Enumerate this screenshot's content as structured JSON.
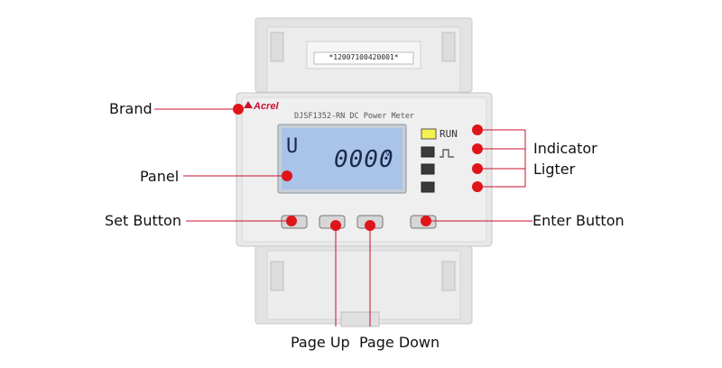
{
  "device": {
    "serial": "*12007100420001*",
    "brand_name": "Acrel",
    "model_text": "DJSF1352-RN DC Power Meter",
    "lcd": {
      "small_text": "U",
      "reading": "0000",
      "unit": "V"
    },
    "run_label": "RUN"
  },
  "callouts": {
    "brand": "Brand",
    "panel": "Panel",
    "set_button": "Set Button",
    "page_up": "Page Up",
    "page_down": "Page Down",
    "enter_button": "Enter Button",
    "indicator_line1": "Indicator",
    "indicator_line2": "Ligter"
  },
  "colors": {
    "callout_dot": "#e0141b",
    "callout_line": "#c8102e",
    "lcd_background": "#a9c4e8",
    "run_led": "#f4f250",
    "meter_body": "#e9e9e9",
    "brand_red": "#c8102e"
  }
}
